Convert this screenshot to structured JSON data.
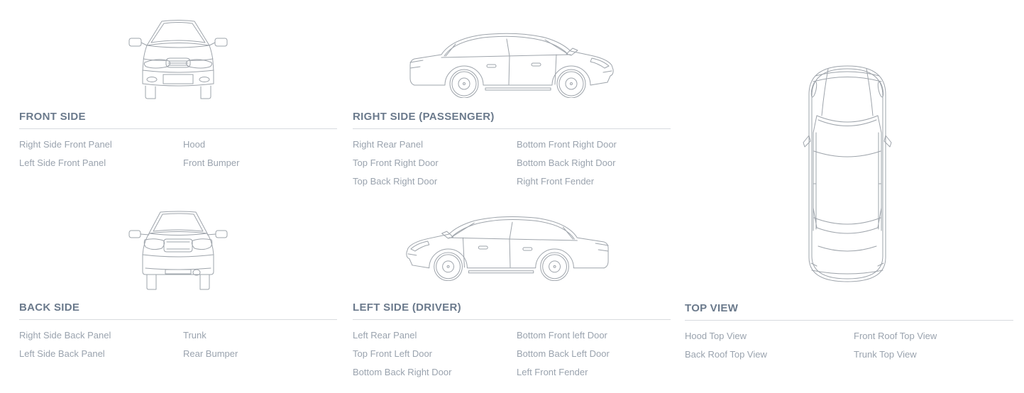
{
  "colors": {
    "background": "#ffffff",
    "heading": "#6b7a8c",
    "label": "#9aa3ae",
    "divider": "#d8dbdf",
    "line_art": "#9ea4ab"
  },
  "sections": {
    "front_side": {
      "title": "FRONT SIDE",
      "illustration": "car-front-view-drawing",
      "labels": [
        "Right Side Front Panel",
        "Hood",
        "Left Side Front Panel",
        "Front Bumper"
      ]
    },
    "right_side": {
      "title": "RIGHT SIDE (PASSENGER)",
      "illustration": "car-right-side-view-drawing",
      "labels": [
        "Right Rear Panel",
        "Bottom Front Right Door",
        "Top Front Right Door",
        "Bottom Back Right Door",
        "Top Back Right Door",
        "Right Front Fender"
      ]
    },
    "back_side": {
      "title": "BACK SIDE",
      "illustration": "car-back-view-drawing",
      "labels": [
        "Right Side Back Panel",
        "Trunk",
        "Left Side Back Panel",
        "Rear Bumper"
      ]
    },
    "left_side": {
      "title": "LEFT SIDE (DRIVER)",
      "illustration": "car-left-side-view-drawing",
      "labels": [
        "Left Rear Panel",
        "Bottom Front left Door",
        "Top Front Left Door",
        "Bottom Back Left Door",
        "Bottom Back Right Door",
        "Left Front Fender"
      ]
    },
    "top_view": {
      "title": "TOP VIEW",
      "illustration": "car-top-view-drawing",
      "labels": [
        "Hood Top View",
        "Front Roof Top View",
        "Back Roof Top View",
        "Trunk Top View"
      ]
    }
  }
}
